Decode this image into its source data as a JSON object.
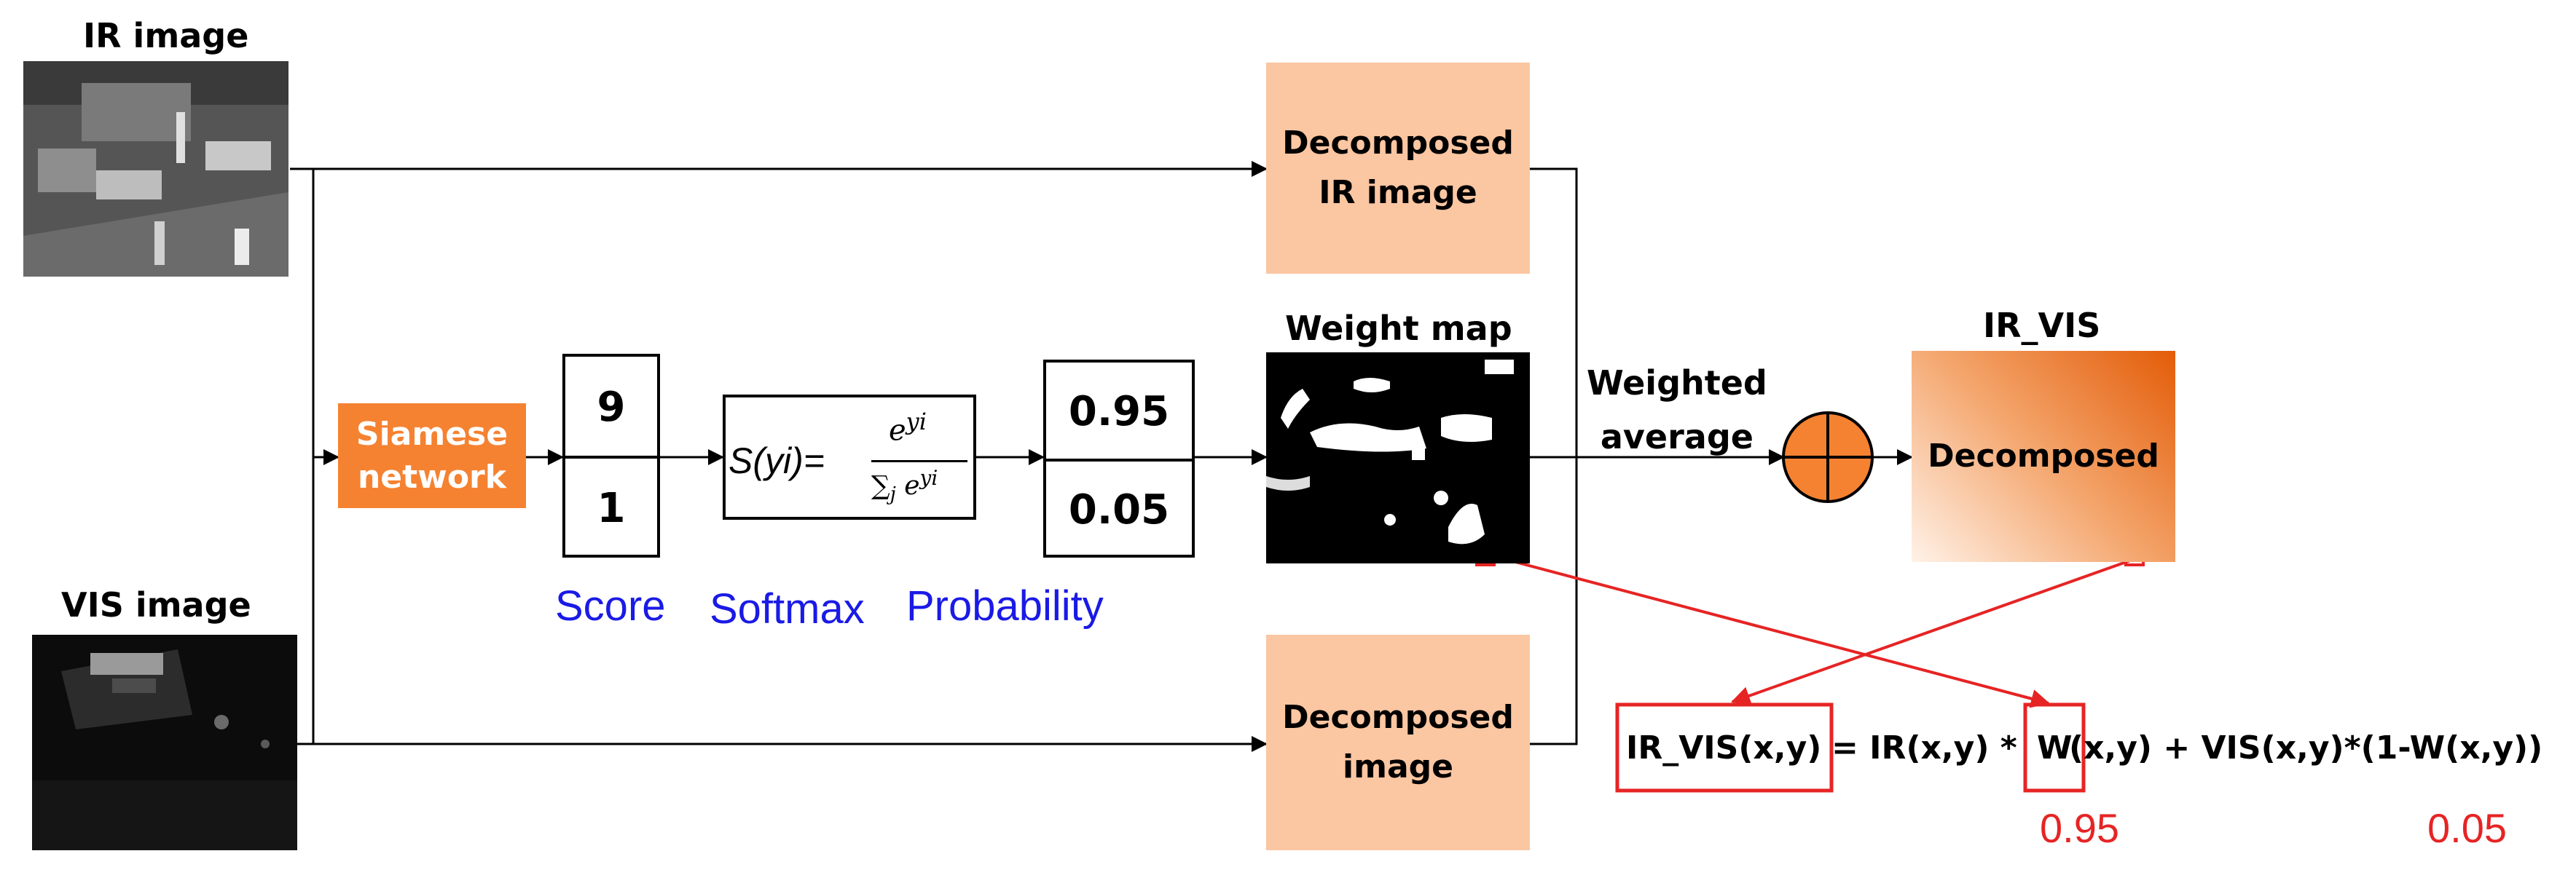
{
  "inputs": {
    "ir_label": "IR image",
    "vis_label": "VIS image"
  },
  "blocks": {
    "decomposed_ir": [
      "Decomposed",
      "IR image"
    ],
    "decomposed_vis": [
      "Decomposed",
      "image"
    ],
    "siamese": [
      "Siamese",
      "network"
    ],
    "weight_map_label": "Weight map",
    "ir_vis_label": "IR_VIS",
    "ir_vis_inner": "Decomposed",
    "weighted_average": [
      "Weighted",
      "average"
    ]
  },
  "score": {
    "top": "9",
    "bottom": "1",
    "caption": "Score"
  },
  "softmax": {
    "lhs": "S(yi)=",
    "numerator": "e",
    "numerator_sup": "yi",
    "denominator": "∑",
    "denominator_sub": "j",
    "denominator_e": "e",
    "denominator_sup": "yi",
    "caption": "Softmax"
  },
  "probability": {
    "top": "0.95",
    "bottom": "0.05",
    "caption": "Probability"
  },
  "formula": {
    "lhs": "IR_VIS(x,y)",
    "mid1": " = IR(x,y) * ",
    "w": "W",
    "rest": "(x,y) + VIS(x,y)*(1-W(x,y))",
    "value_w": "0.95",
    "value_one_minus_w": "0.05"
  },
  "colors": {
    "peach": "#fbc6a2",
    "orange": "#f58231",
    "caption_blue": "#1a1ae6",
    "highlight_red": "#e62424"
  },
  "icons": {
    "sum": "circled-plus-icon"
  }
}
